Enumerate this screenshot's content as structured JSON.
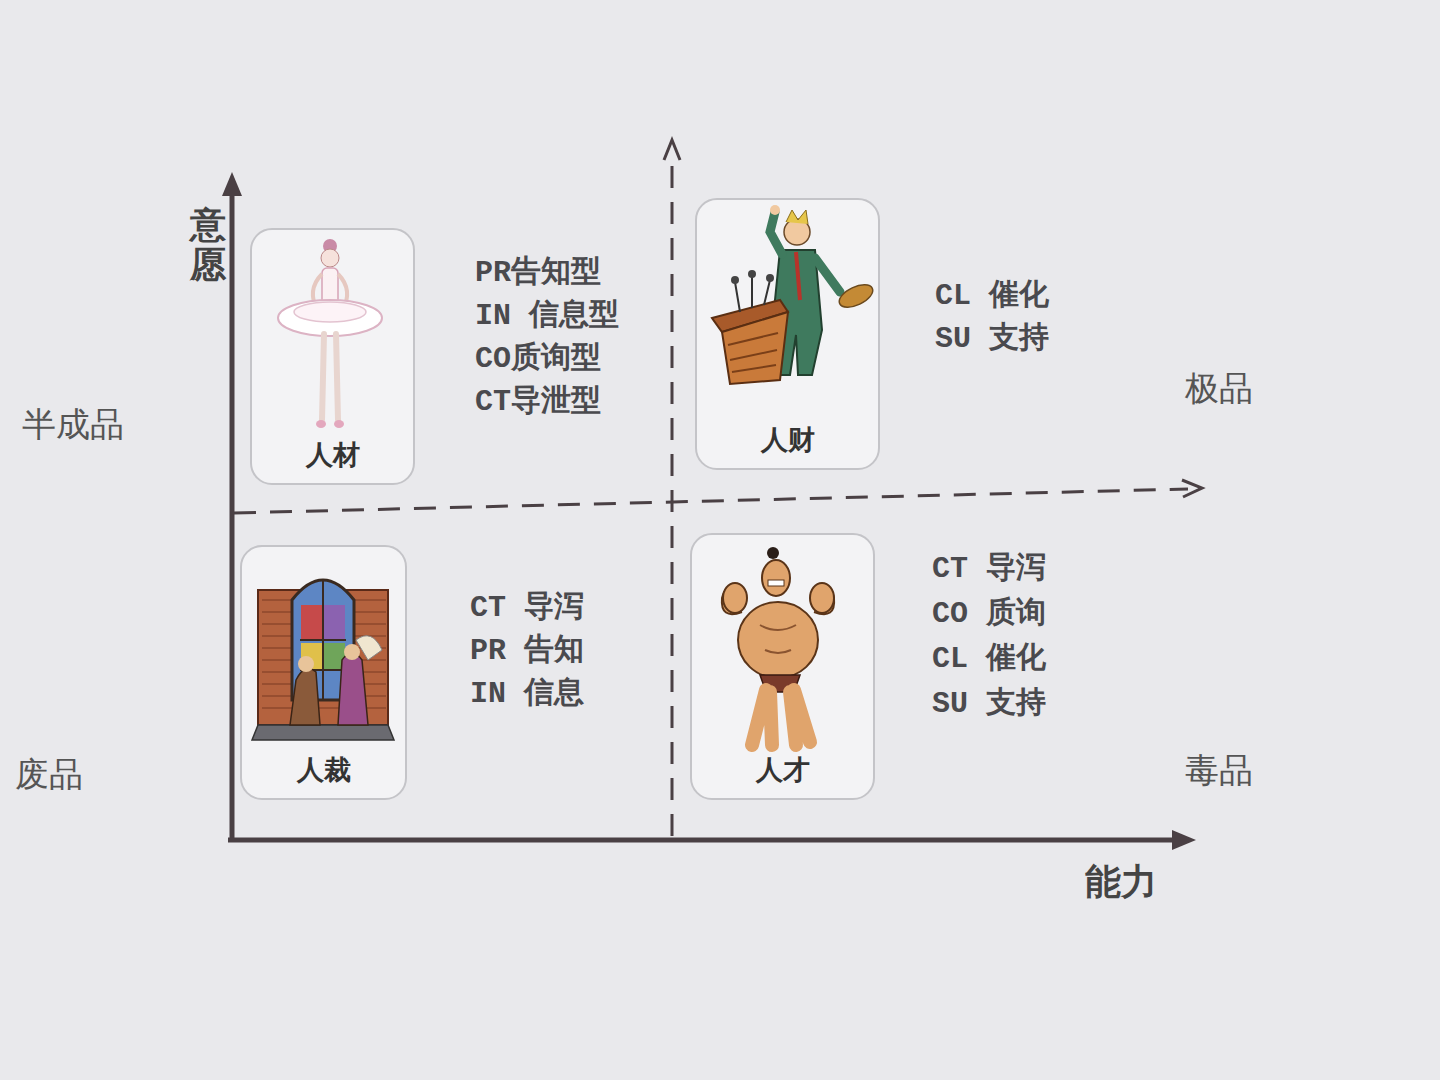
{
  "diagram": {
    "nodes": [
      {
        "text": [
          "人材"
        ]
      },
      {
        "text": [
          "人财"
        ]
      },
      {
        "text": [
          "人裁"
        ]
      },
      {
        "text": [
          "人才"
        ]
      }
    ],
    "labels": [
      "意愿",
      "能力",
      "半成品",
      "废品",
      "极品",
      "毒品",
      "PR告知型",
      "IN 信息型",
      "CO质询型",
      "CT导泄型",
      "CL 催化",
      "SU 支持",
      "CT 导泻",
      "PR 告知",
      "IN 信息",
      "CT 导泻",
      "CO 质询",
      "CL 催化",
      "SU 支持"
    ]
  }
}
